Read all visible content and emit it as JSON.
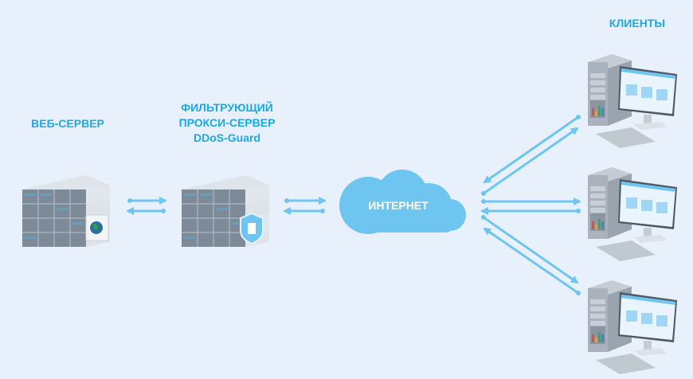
{
  "nodes": {
    "web_server": {
      "label": "ВЕБ-СЕРВЕР"
    },
    "proxy": {
      "label_lines": [
        "ФИЛЬТРУЮЩИЙ",
        "ПРОКСИ-СЕРВЕР",
        "DDoS-Guard"
      ]
    },
    "internet": {
      "label": "ИНТЕРНЕТ"
    },
    "clients": {
      "label": "КЛИЕНТЫ",
      "count": 3
    }
  },
  "colors": {
    "accent": "#1aa9e8",
    "arrow": "#6ec6f0",
    "cloud": "#6ec6f0",
    "background": "#e8f1fb"
  }
}
